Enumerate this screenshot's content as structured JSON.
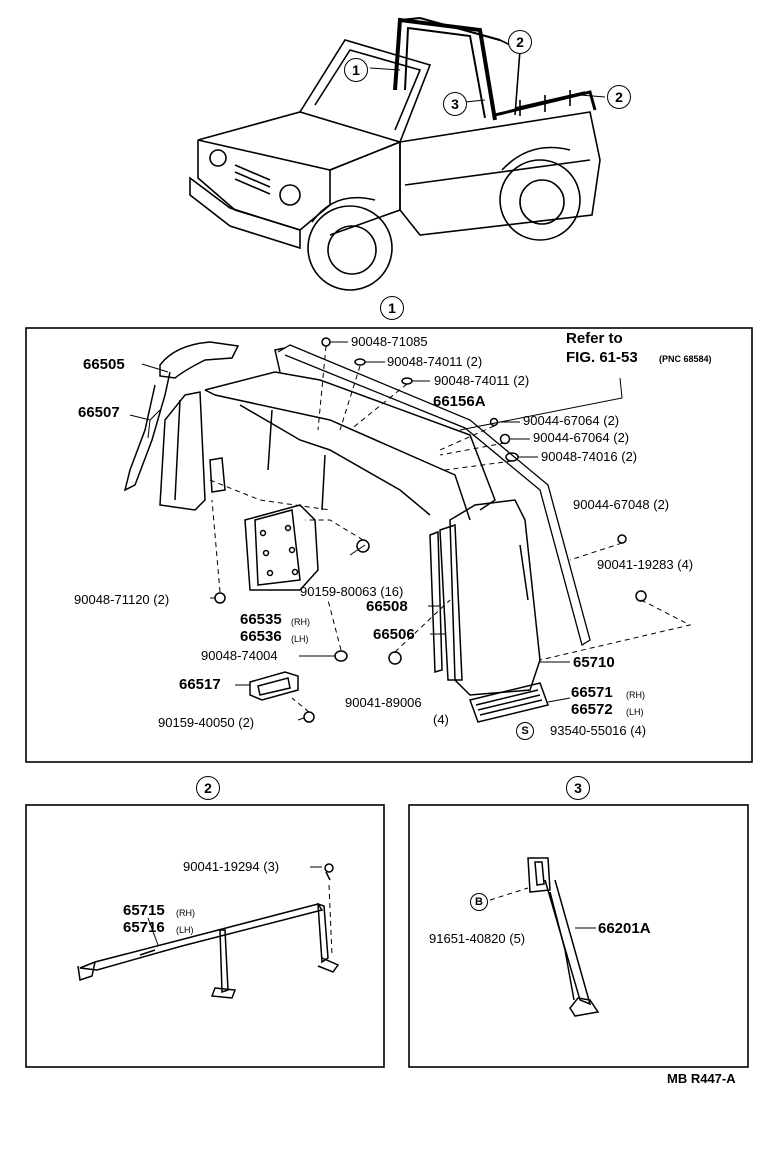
{
  "callouts": {
    "one": "1",
    "two_a": "2",
    "two_b": "2",
    "three": "3",
    "section_one": "1",
    "section_two": "2",
    "section_three": "3"
  },
  "refer": {
    "line1": "Refer to",
    "line2": "FIG. 61-53",
    "pnc": "(PNC 68584)"
  },
  "section1": {
    "p66505": "66505",
    "p66507": "66507",
    "b71085": "90048-71085",
    "b74011a": "90048-74011  (2)",
    "b74011b": "90048-74011  (2)",
    "p66156A": "66156A",
    "b67064a": "90044-67064  (2)",
    "b67064b": "90044-67064  (2)",
    "b74016": "90048-74016  (2)",
    "b67048": "90044-67048  (2)",
    "b19283": "90041-19283  (4)",
    "b71120": "90048-71120  (2)",
    "b80063": "90159-80063  (16)",
    "p66535": "66535",
    "p66535s": "(RH)",
    "p66536": "66536",
    "p66536s": "(LH)",
    "b74004": "90048-74004",
    "p66508": "66508",
    "p66506": "66506",
    "p65710": "65710",
    "p66517": "66517",
    "b89006": "90041-89006",
    "b89006q": "(4)",
    "p66571": "66571",
    "p66571s": "(RH)",
    "p66572": "66572",
    "p66572s": "(LH)",
    "s_mark": "S",
    "b55016": "93540-55016  (4)",
    "b40050": "90159-40050  (2)"
  },
  "section2": {
    "b19294": "90041-19294  (3)",
    "p65715": "65715",
    "p65715s": "(RH)",
    "p65716": "65716",
    "p65716s": "(LH)"
  },
  "section3": {
    "b_mark": "B",
    "b40820": "91651-40820  (5)",
    "p66201A": "66201A"
  },
  "footer": {
    "code": "MB R447-A"
  }
}
